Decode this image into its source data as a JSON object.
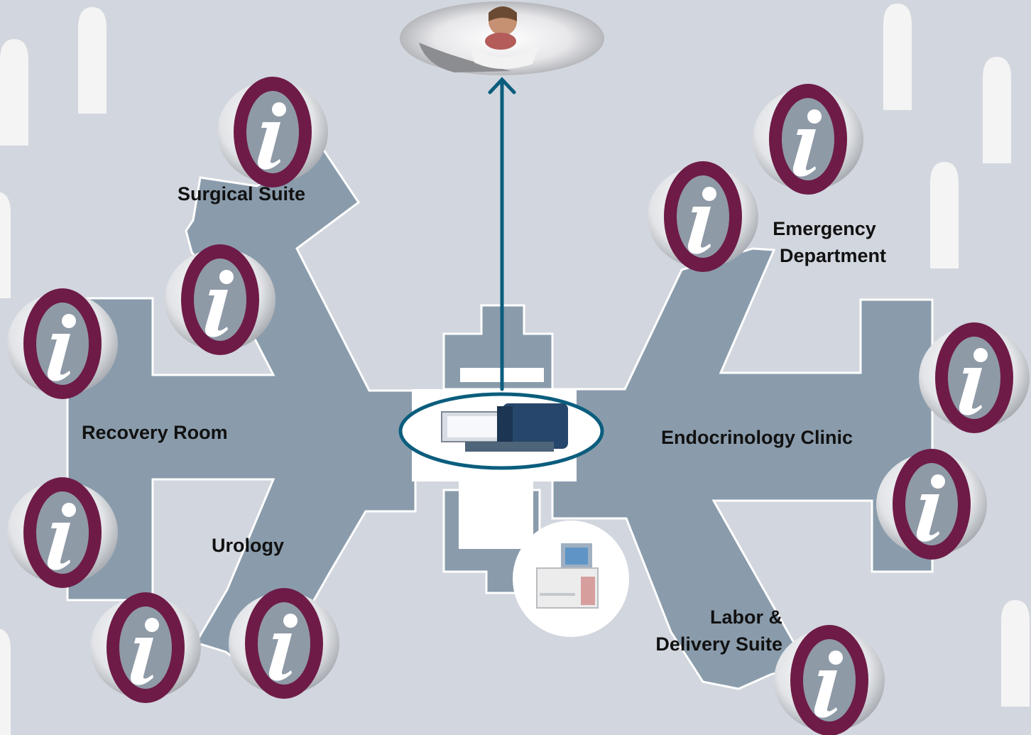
{
  "labels": {
    "surgical": "Surgical Suite",
    "emergency_line1": "Emergency",
    "emergency_line2": "Department",
    "recovery": "Recovery Room",
    "endocrinology": "Endocrinology Clinic",
    "urology": "Urology",
    "labor_line1": "Labor &",
    "labor_line2": "Delivery Suite"
  },
  "info_glyph": "i",
  "colors": {
    "background": "#d2d6de",
    "floor": "#8a9cac",
    "corridor_outline": "#ffffff",
    "info_ring": "#6e1b47",
    "info_inner": "#8f9aa7",
    "connector": "#0b5d7d",
    "tombstone": "#f4f4f4"
  }
}
